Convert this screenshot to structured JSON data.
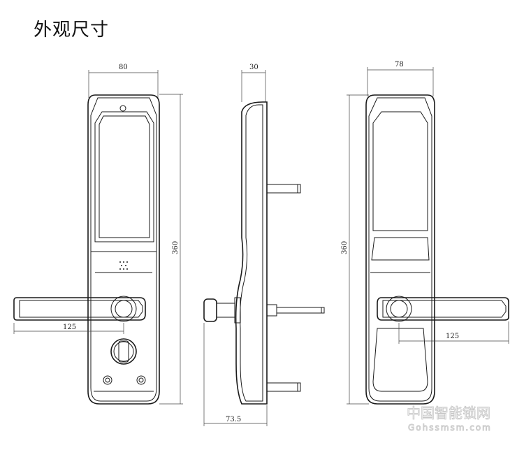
{
  "title": "外观尺寸",
  "dimensions": {
    "front_width": "80",
    "side_depth": "30",
    "back_width": "78",
    "front_height": "360",
    "back_height": "360",
    "front_handle": "125",
    "back_handle": "125",
    "side_handle_depth": "73.5"
  },
  "watermark": {
    "main": "中国智能锁网",
    "sub": "Gohssmsm.com"
  }
}
